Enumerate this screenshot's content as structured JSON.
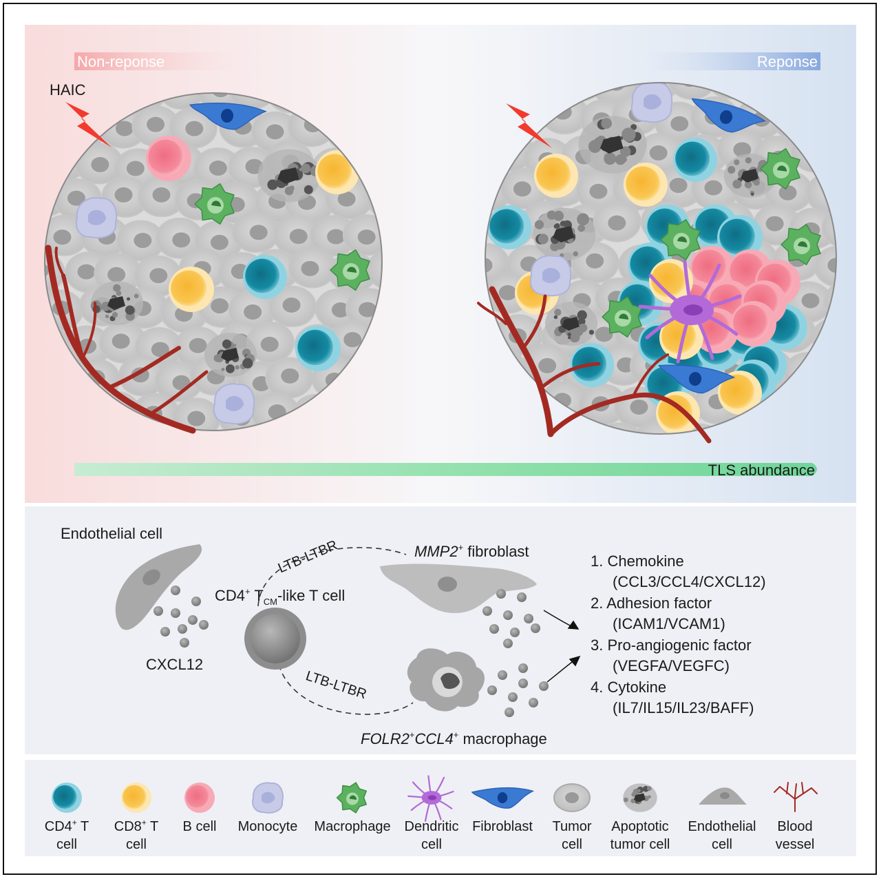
{
  "top": {
    "left_label": "Non-reponse",
    "right_label": "Reponse",
    "haic_label": "HAIC",
    "tls_label": "TLS abundance"
  },
  "middle": {
    "endothelial_label": "Endothelial cell",
    "cxcl12_label": "CXCL12",
    "ltb_top_label": "LTB-LTBR",
    "ltb_bottom_label": "LTB-LTBR",
    "cd4_tcm_label": {
      "pre": "CD4",
      "sup": "+",
      "t": " T",
      "sub": "CM",
      "post": "-like T cell"
    },
    "mmp2_label": {
      "gene": "MMP2",
      "sup": "+",
      "post": " fibroblast"
    },
    "folr2_label": {
      "gene1": "FOLR2",
      "sup1": "+",
      "gene2": "CCL4",
      "sup2": "+",
      "post": " macrophage"
    },
    "factors": [
      {
        "title": "1. Chemokine",
        "detail": "(CCL3/CCL4/CXCL12)"
      },
      {
        "title": "2. Adhesion factor",
        "detail": "(ICAM1/VCAM1)"
      },
      {
        "title": "3. Pro-angiogenic factor",
        "detail": "(VEGFA/VEGFC)"
      },
      {
        "title": "4. Cytokine",
        "detail": "(IL7/IL15/IL23/BAFF)"
      }
    ]
  },
  "legend": [
    {
      "line1": "CD4",
      "sup": "+",
      "line1b": " T",
      "line2": "cell",
      "icon": "cd4-t-cell-icon",
      "color": "#1a8aa0"
    },
    {
      "line1": "CD8",
      "sup": "+",
      "line1b": " T",
      "line2": "cell",
      "icon": "cd8-t-cell-icon",
      "color": "#f7b733"
    },
    {
      "line1": "B cell",
      "sup": "",
      "line1b": "",
      "line2": "",
      "icon": "b-cell-icon",
      "color": "#f07c8c"
    },
    {
      "line1": "Monocyte",
      "sup": "",
      "line1b": "",
      "line2": "",
      "icon": "monocyte-icon",
      "color": "#b8bde0"
    },
    {
      "line1": "Macrophage",
      "sup": "",
      "line1b": "",
      "line2": "",
      "icon": "macrophage-icon",
      "color": "#4a9e4f"
    },
    {
      "line1": "Dendritic",
      "sup": "",
      "line1b": "",
      "line2": "cell",
      "icon": "dendritic-cell-icon",
      "color": "#b678d6"
    },
    {
      "line1": "Fibroblast",
      "sup": "",
      "line1b": "",
      "line2": "",
      "icon": "fibroblast-icon",
      "color": "#3b78d0"
    },
    {
      "line1": "Tumor",
      "sup": "",
      "line1b": "",
      "line2": "cell",
      "icon": "tumor-cell-icon",
      "color": "#cfcfcf"
    },
    {
      "line1": "Apoptotic",
      "sup": "",
      "line1b": "",
      "line2": "tumor cell",
      "icon": "apoptotic-tumor-cell-icon",
      "color": "#8a8a8a"
    },
    {
      "line1": "Endothelial",
      "sup": "",
      "line1b": "",
      "line2": "cell",
      "icon": "endothelial-cell-icon",
      "color": "#9a9a9a"
    },
    {
      "line1": "Blood",
      "sup": "",
      "line1b": "",
      "line2": "vessel",
      "icon": "blood-vessel-icon",
      "color": "#a0241c"
    }
  ]
}
